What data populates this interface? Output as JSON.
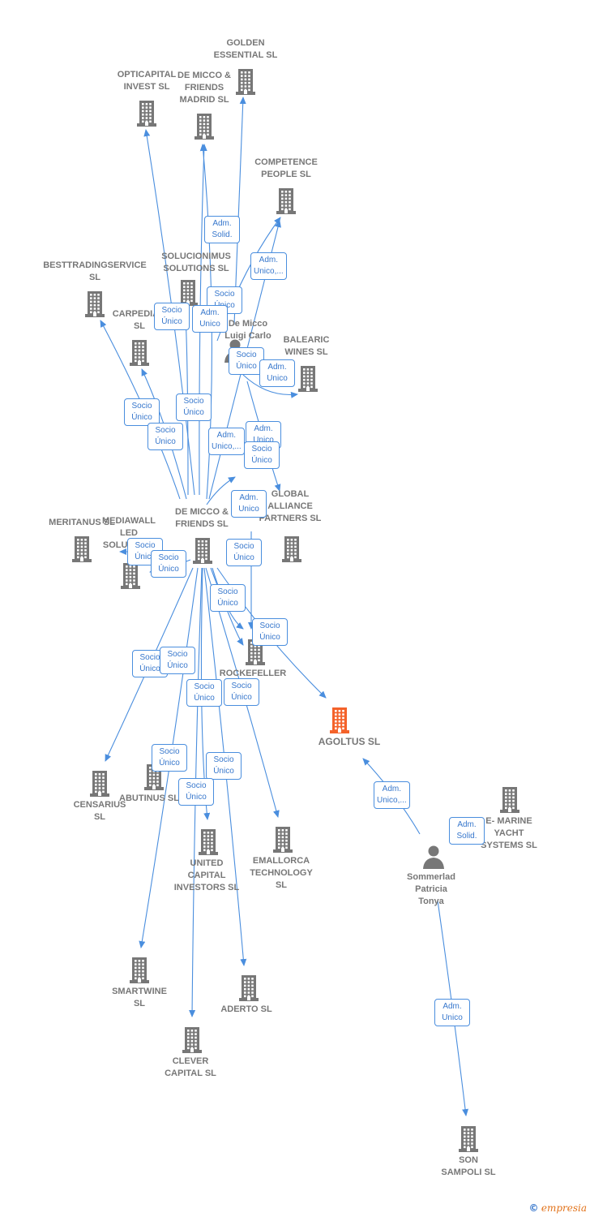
{
  "colors": {
    "edge": "#4a8ede",
    "building": "#777777",
    "highlight": "#f4622a",
    "person": "#777777",
    "label": "#777777",
    "brand": "#e2731b"
  },
  "nodes": [
    {
      "id": "golden",
      "label": "GOLDEN\nESSENTIAL  SL",
      "icon": "building-icon"
    },
    {
      "id": "opticapital",
      "label": "OPTICAPITAL\nINVEST  SL",
      "icon": "building-icon"
    },
    {
      "id": "dmmadrid",
      "label": "DE MICCO &\nFRIENDS\nMADRID  SL",
      "icon": "building-icon"
    },
    {
      "id": "competence",
      "label": "COMPETENCE\nPEOPLE  SL",
      "icon": "building-icon"
    },
    {
      "id": "besttrading",
      "label": "BESTTRADINGSERVICE\nSL",
      "icon": "building-icon"
    },
    {
      "id": "solucionimus",
      "label": "SOLUCIONIMUS\nSOLUTIONS  SL",
      "icon": "building-icon"
    },
    {
      "id": "carpediam",
      "label": "CARPEDIAM\nSL",
      "icon": "building-icon"
    },
    {
      "id": "demiccoluigi",
      "label": "De Micco\nLuigi Carlo",
      "icon": "person-icon"
    },
    {
      "id": "balearic",
      "label": "BALEARIC\nWINES  SL",
      "icon": "building-icon"
    },
    {
      "id": "dmfriends",
      "label": "DE MICCO &\nFRIENDS  SL",
      "icon": "building-icon"
    },
    {
      "id": "global",
      "label": "GLOBAL\nALLIANCE\nPARTNERS  SL",
      "icon": "building-icon"
    },
    {
      "id": "meritanus",
      "label": "MERITANUS  SL",
      "icon": "building-icon"
    },
    {
      "id": "mediawall",
      "label": "MEDIAWALL\nLED\nSOLUTIONS",
      "icon": "building-icon"
    },
    {
      "id": "rockefeller",
      "label": "ROCKEFELLER\nSL",
      "icon": "building-icon"
    },
    {
      "id": "agoltus",
      "label": "AGOLTUS  SL",
      "icon": "building-icon",
      "highlight": true
    },
    {
      "id": "censarius",
      "label": "CENSARIUS\nSL",
      "icon": "building-icon"
    },
    {
      "id": "abutinus",
      "label": "ABUTINUS  SL",
      "icon": "building-icon"
    },
    {
      "id": "unitedcap",
      "label": "UNITED\nCAPITAL\nINVESTORS  SL",
      "icon": "building-icon"
    },
    {
      "id": "emallorca",
      "label": "EMALLORCA\nTECHNOLOGY\nSL",
      "icon": "building-icon"
    },
    {
      "id": "emarine",
      "label": "E- MARINE\nYACHT\nSYSTEMS  SL",
      "icon": "building-icon"
    },
    {
      "id": "sommerlad",
      "label": "Sommerlad\nPatricia\nTonya",
      "icon": "person-icon"
    },
    {
      "id": "smartwine",
      "label": "SMARTWINE\nSL",
      "icon": "building-icon"
    },
    {
      "id": "aderto",
      "label": "ADERTO  SL",
      "icon": "building-icon"
    },
    {
      "id": "clever",
      "label": "CLEVER\nCAPITAL  SL",
      "icon": "building-icon"
    },
    {
      "id": "sonsampoli",
      "label": "SON\nSAMPOLI  SL",
      "icon": "building-icon"
    }
  ],
  "tags": [
    {
      "id": "t-golden",
      "line1": "Adm.",
      "line2": "Solid."
    },
    {
      "id": "t-competence",
      "line1": "Adm.",
      "line2": "Unico,..."
    },
    {
      "id": "t-solucionimus",
      "line1": "Socio",
      "line2": "Único"
    },
    {
      "id": "t-opticapital",
      "line1": "Socio",
      "line2": "Único"
    },
    {
      "id": "t-dmmadrid",
      "line1": "Adm.",
      "line2": "Unico"
    },
    {
      "id": "t-dmfriends-up",
      "line1": "Socio",
      "line2": "Único"
    },
    {
      "id": "t-balearic",
      "line1": "Adm.",
      "line2": "Unico"
    },
    {
      "id": "t-besttrading",
      "line1": "Socio",
      "line2": "Único"
    },
    {
      "id": "t-carpediam",
      "line1": "Socio",
      "line2": "Único"
    },
    {
      "id": "t-dmmadrid2",
      "line1": "Socio",
      "line2": "Único"
    },
    {
      "id": "t-dmfriends-adm",
      "line1": "Adm.",
      "line2": "Unico,..."
    },
    {
      "id": "t-global-adm",
      "line1": "Adm.",
      "line2": "Unico"
    },
    {
      "id": "t-global-socio",
      "line1": "Socio",
      "line2": "Único"
    },
    {
      "id": "t-rockefeller-adm",
      "line1": "Adm.",
      "line2": "Unico"
    },
    {
      "id": "t-meritanus",
      "line1": "Socio",
      "line2": "Único"
    },
    {
      "id": "t-mediawall",
      "line1": "Socio",
      "line2": "Único"
    },
    {
      "id": "t-rockefeller-socio",
      "line1": "Socio",
      "line2": "Único"
    },
    {
      "id": "t-agoltus-socio",
      "line1": "Socio",
      "line2": "Único"
    },
    {
      "id": "t-rockefeller2",
      "line1": "Socio",
      "line2": "Único"
    },
    {
      "id": "t-censarius",
      "line1": "Socio",
      "line2": "Único"
    },
    {
      "id": "t-abutinus",
      "line1": "Socio",
      "line2": "Único"
    },
    {
      "id": "t-united",
      "line1": "Socio",
      "line2": "Único"
    },
    {
      "id": "t-emallorca",
      "line1": "Socio",
      "line2": "Único"
    },
    {
      "id": "t-smartwine",
      "line1": "Socio",
      "line2": "Único"
    },
    {
      "id": "t-aderto",
      "line1": "Socio",
      "line2": "Único"
    },
    {
      "id": "t-clever",
      "line1": "Socio",
      "line2": "Único"
    },
    {
      "id": "t-agoltus-adm",
      "line1": "Adm.",
      "line2": "Unico,..."
    },
    {
      "id": "t-emarine",
      "line1": "Adm.",
      "line2": "Solid."
    },
    {
      "id": "t-sonsampoli",
      "line1": "Adm.",
      "line2": "Unico"
    }
  ],
  "footer": {
    "copyright": "©",
    "brand_initial": "e",
    "brand_rest": "mpresia"
  }
}
